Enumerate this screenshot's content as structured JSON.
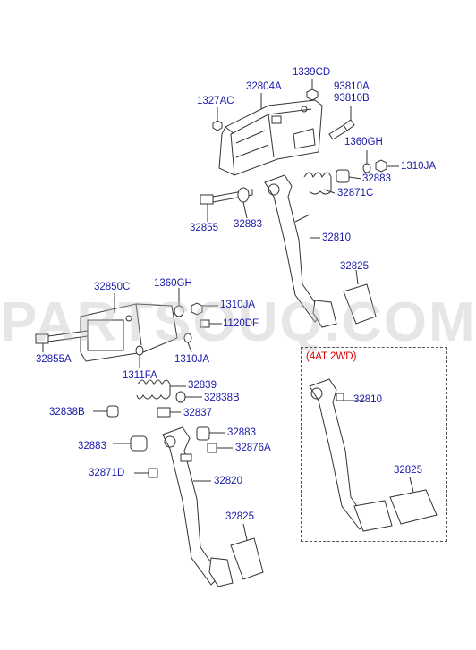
{
  "watermark": "PARTSOUQ.COM",
  "variant_label": "(4AT 2WD)",
  "colors": {
    "label": "#1a1aa8",
    "variant": "#e00000",
    "line": "#333333"
  },
  "labels": {
    "l1339CD": "1339CD",
    "l32804A": "32804A",
    "l93810A": "93810A",
    "l93810B": "93810B",
    "l1327AC": "1327AC",
    "l1360GH_a": "1360GH",
    "l32883_a": "32883",
    "l1310JA_a": "1310JA",
    "l32871C": "32871C",
    "l32855": "32855",
    "l32883_b": "32883",
    "l32810_a": "32810",
    "l32825_a": "32825",
    "l32850C": "32850C",
    "l1360GH_b": "1360GH",
    "l1310JA_b": "1310JA",
    "l1120DF": "1120DF",
    "l32855A": "32855A",
    "l1310JA_c": "1310JA",
    "l1311FA": "1311FA",
    "l32839": "32839",
    "l32838B": "32838B",
    "l32838B_b": "32838B",
    "l32837": "32837",
    "l32883_c": "32883",
    "l32883_d": "32883",
    "l32876A": "32876A",
    "l32871D": "32871D",
    "l32820": "32820",
    "l32825_b": "32825",
    "l32810_b": "32810",
    "l32825_c": "32825"
  }
}
